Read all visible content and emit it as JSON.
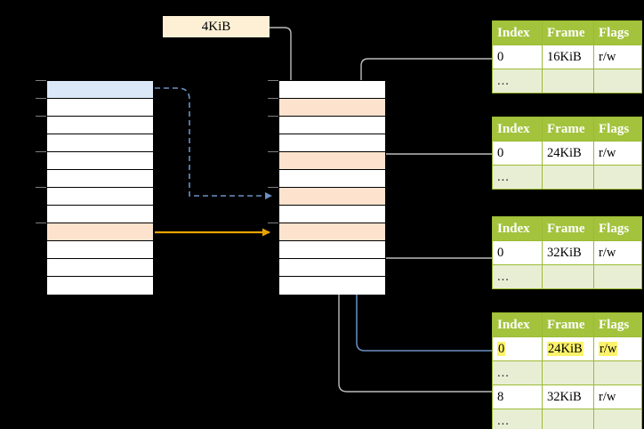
{
  "diagram": {
    "title": "page-table-translation-diagram",
    "size_label": {
      "text": "4KiB"
    },
    "colors": {
      "background": "#000000",
      "table_header": "#a3c33c",
      "table_header_text": "#ffffff",
      "table_alt_row": "#e8eed4",
      "table_border": "#9cbb34",
      "highlight_yellow": "#fdf36b",
      "row_blue": "#dbe8f8",
      "row_orange": "#fde3cd",
      "label_box": "#fdf0d5",
      "arrow_orange": "#e8a200",
      "arrow_blue": "#6b8fc4",
      "wire_gray": "#b3b3b3"
    },
    "left_column": {
      "name": "virtual-address-space",
      "row_count": 12,
      "rows": [
        {
          "index": 0,
          "fill": "blue"
        },
        {
          "index": 1,
          "fill": "white"
        },
        {
          "index": 2,
          "fill": "white"
        },
        {
          "index": 3,
          "fill": "white"
        },
        {
          "index": 4,
          "fill": "white"
        },
        {
          "index": 5,
          "fill": "white"
        },
        {
          "index": 6,
          "fill": "white"
        },
        {
          "index": 7,
          "fill": "white"
        },
        {
          "index": 8,
          "fill": "orange"
        },
        {
          "index": 9,
          "fill": "white"
        },
        {
          "index": 10,
          "fill": "white"
        },
        {
          "index": 11,
          "fill": "white"
        }
      ]
    },
    "middle_column": {
      "name": "physical-memory",
      "row_count": 12,
      "rows": [
        {
          "index": 0,
          "fill": "white"
        },
        {
          "index": 1,
          "fill": "orange"
        },
        {
          "index": 2,
          "fill": "white"
        },
        {
          "index": 3,
          "fill": "white"
        },
        {
          "index": 4,
          "fill": "orange"
        },
        {
          "index": 5,
          "fill": "white"
        },
        {
          "index": 6,
          "fill": "orange"
        },
        {
          "index": 7,
          "fill": "white"
        },
        {
          "index": 8,
          "fill": "orange"
        },
        {
          "index": 9,
          "fill": "white"
        },
        {
          "index": 10,
          "fill": "white"
        },
        {
          "index": 11,
          "fill": "white"
        }
      ]
    },
    "tables": [
      {
        "name": "page-table-1",
        "headers": [
          "Index",
          "Frame",
          "Flags"
        ],
        "rows": [
          {
            "type": "data",
            "index": "0",
            "frame": "16KiB",
            "flags": "r/w",
            "highlight": false
          },
          {
            "type": "ellipsis",
            "index": "...",
            "frame": "",
            "flags": "",
            "highlight": false
          }
        ]
      },
      {
        "name": "page-table-2",
        "headers": [
          "Index",
          "Frame",
          "Flags"
        ],
        "rows": [
          {
            "type": "data",
            "index": "0",
            "frame": "24KiB",
            "flags": "r/w",
            "highlight": false
          },
          {
            "type": "ellipsis",
            "index": "...",
            "frame": "",
            "flags": "",
            "highlight": false
          }
        ]
      },
      {
        "name": "page-table-3",
        "headers": [
          "Index",
          "Frame",
          "Flags"
        ],
        "rows": [
          {
            "type": "data",
            "index": "0",
            "frame": "32KiB",
            "flags": "r/w",
            "highlight": false
          },
          {
            "type": "ellipsis",
            "index": "...",
            "frame": "",
            "flags": "",
            "highlight": false
          }
        ]
      },
      {
        "name": "page-table-4",
        "headers": [
          "Index",
          "Frame",
          "Flags"
        ],
        "rows": [
          {
            "type": "data",
            "index": "0",
            "frame": "24KiB",
            "flags": "r/w",
            "highlight": true
          },
          {
            "type": "ellipsis",
            "index": "...",
            "frame": "",
            "flags": "",
            "highlight": false
          },
          {
            "type": "data",
            "index": "8",
            "frame": "32KiB",
            "flags": "r/w",
            "highlight": false
          },
          {
            "type": "ellipsis",
            "index": "...",
            "frame": "",
            "flags": "",
            "highlight": false
          }
        ]
      }
    ]
  }
}
